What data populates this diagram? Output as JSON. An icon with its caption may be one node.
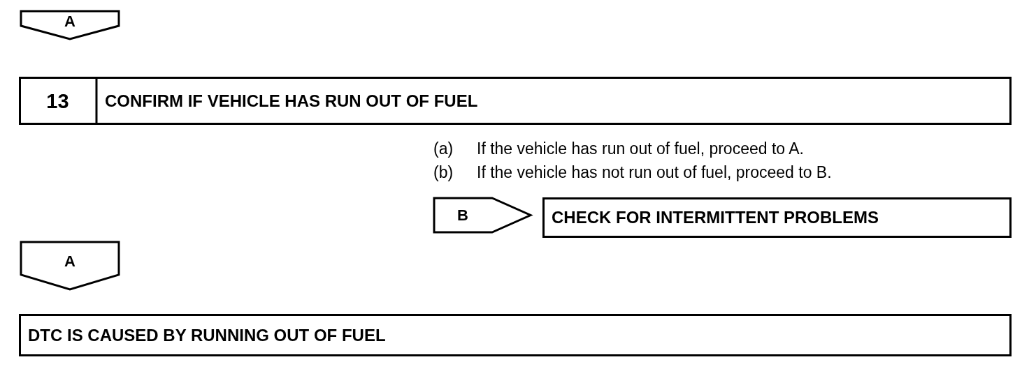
{
  "diagram": {
    "nodes": [
      {
        "text": [
          "A"
        ]
      },
      {
        "text": [
          "13",
          "CONFIRM IF VEHICLE HAS RUN OUT OF FUEL"
        ]
      },
      {
        "text": [
          "B"
        ]
      },
      {
        "text": [
          "CHECK FOR INTERMITTENT PROBLEMS"
        ]
      },
      {
        "text": [
          "A"
        ]
      },
      {
        "text": [
          "DTC IS CAUSED BY RUNNING OUT OF FUEL"
        ]
      }
    ],
    "labels": [
      "(a)",
      "If the vehicle has run out of fuel, proceed to A.",
      "(b)",
      "If the vehicle has not run out of fuel, proceed to B."
    ]
  }
}
